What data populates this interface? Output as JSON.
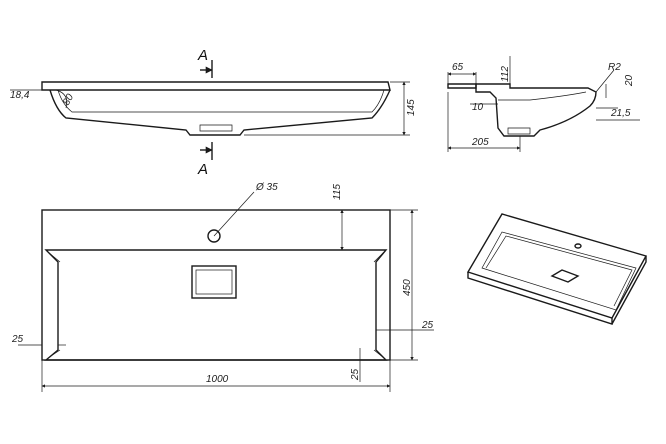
{
  "section": {
    "label_top": "A",
    "label_bottom": "A"
  },
  "front_view": {
    "dim_height": "145",
    "dim_rim": "18,4",
    "dim_angle": "80"
  },
  "side_view": {
    "dim_65": "65",
    "dim_112": "112",
    "dim_r2": "R2",
    "dim_20": "20",
    "dim_10": "10",
    "dim_21_5": "21,5",
    "dim_205": "205"
  },
  "top_view": {
    "dim_hole": "Ø 35",
    "dim_115": "115",
    "dim_450": "450",
    "dim_25_left": "25",
    "dim_25_right": "25",
    "dim_25_bottom": "25",
    "dim_1000": "1000"
  },
  "colors": {
    "line": "#1a1a1a",
    "background": "#ffffff"
  }
}
